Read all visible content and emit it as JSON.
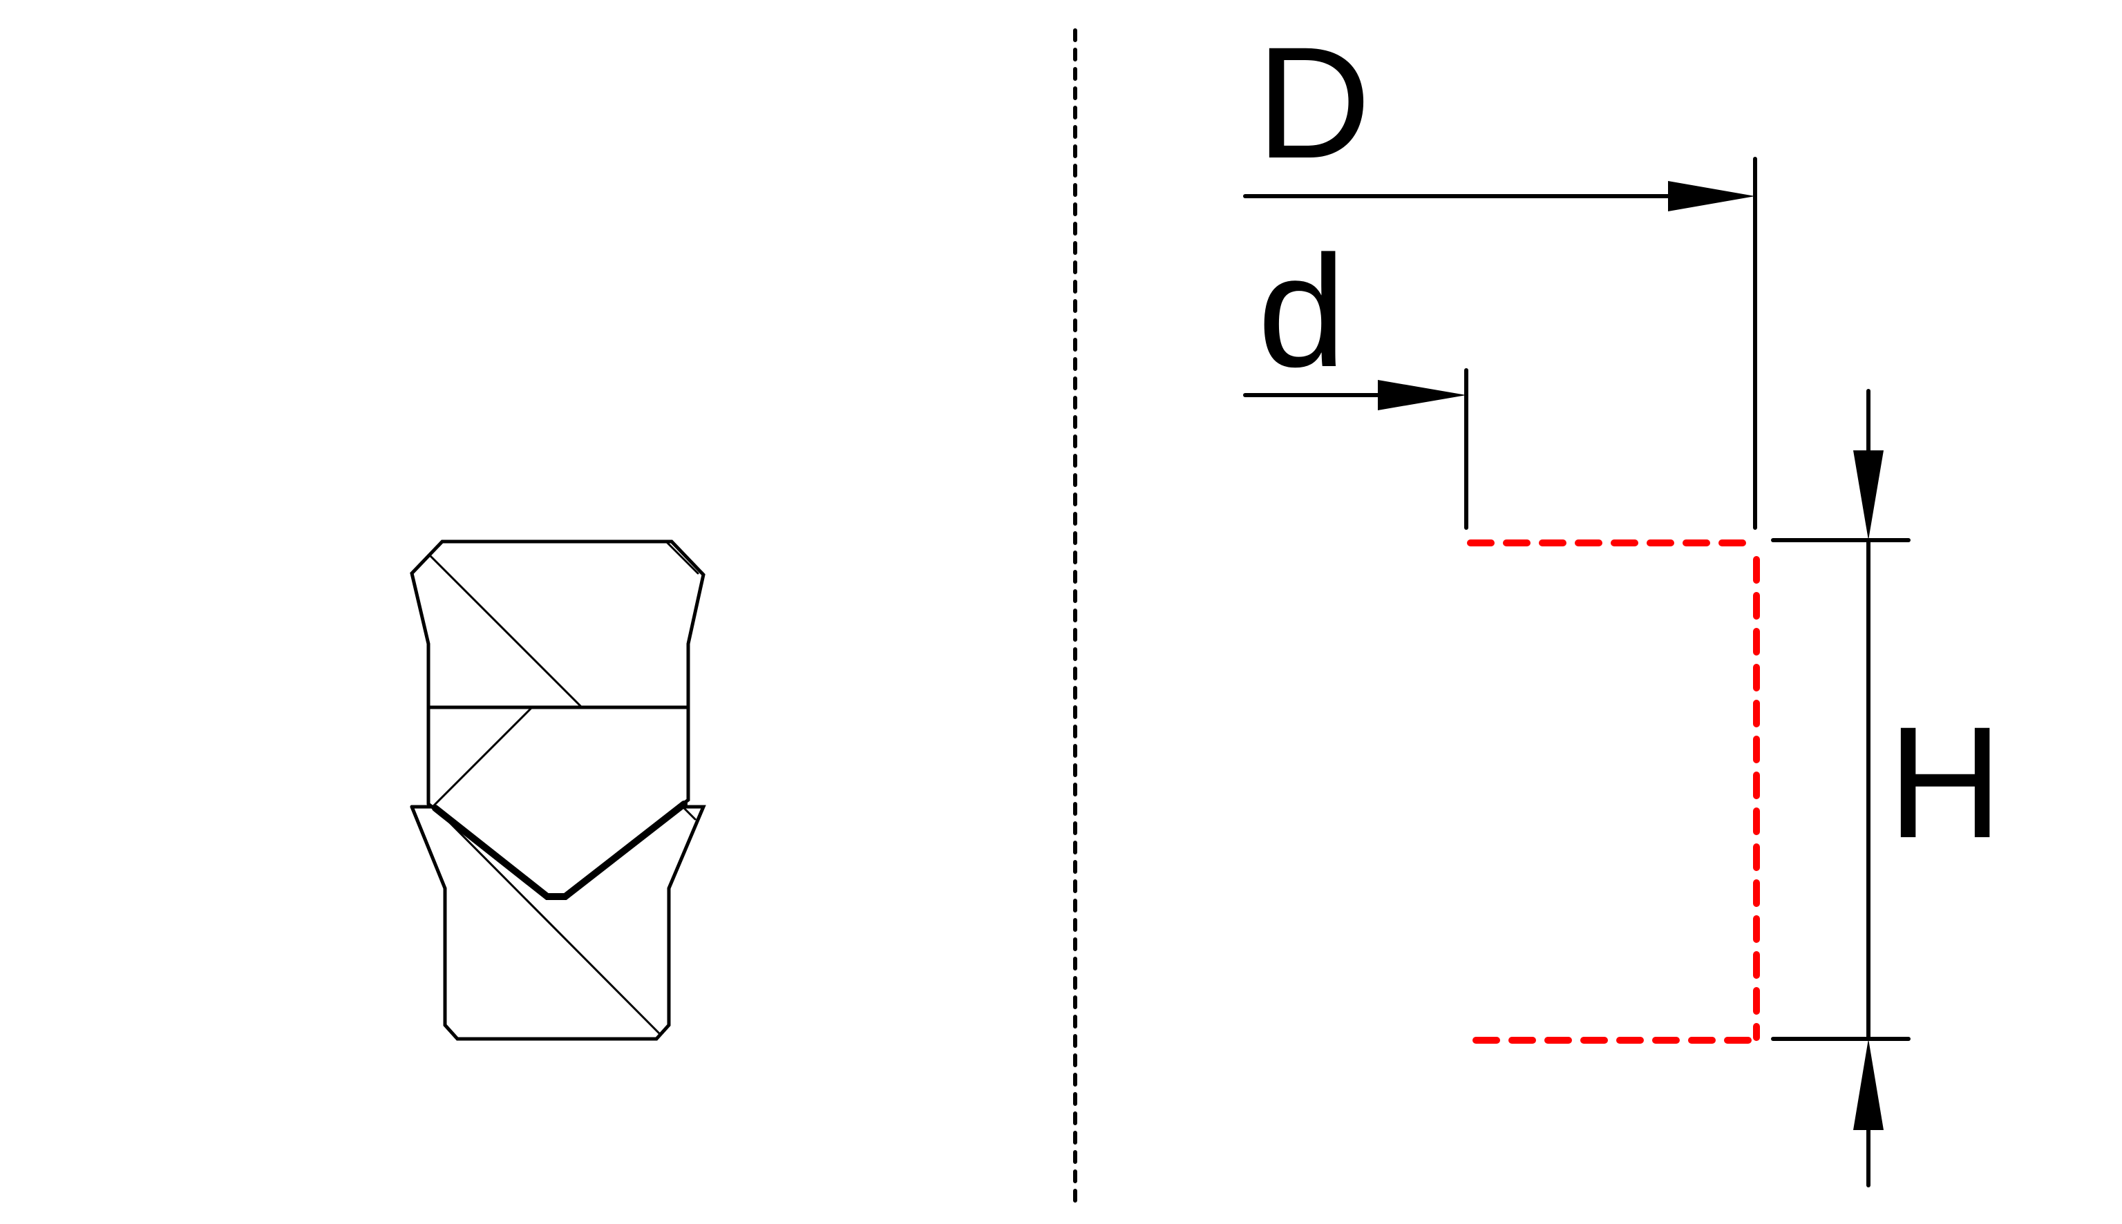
{
  "labels": {
    "outer_diameter": "D",
    "inner_diameter": "d",
    "height": "H"
  },
  "colors": {
    "line": "#000000",
    "seal_outline": "#ff0000",
    "background": "#ffffff"
  }
}
